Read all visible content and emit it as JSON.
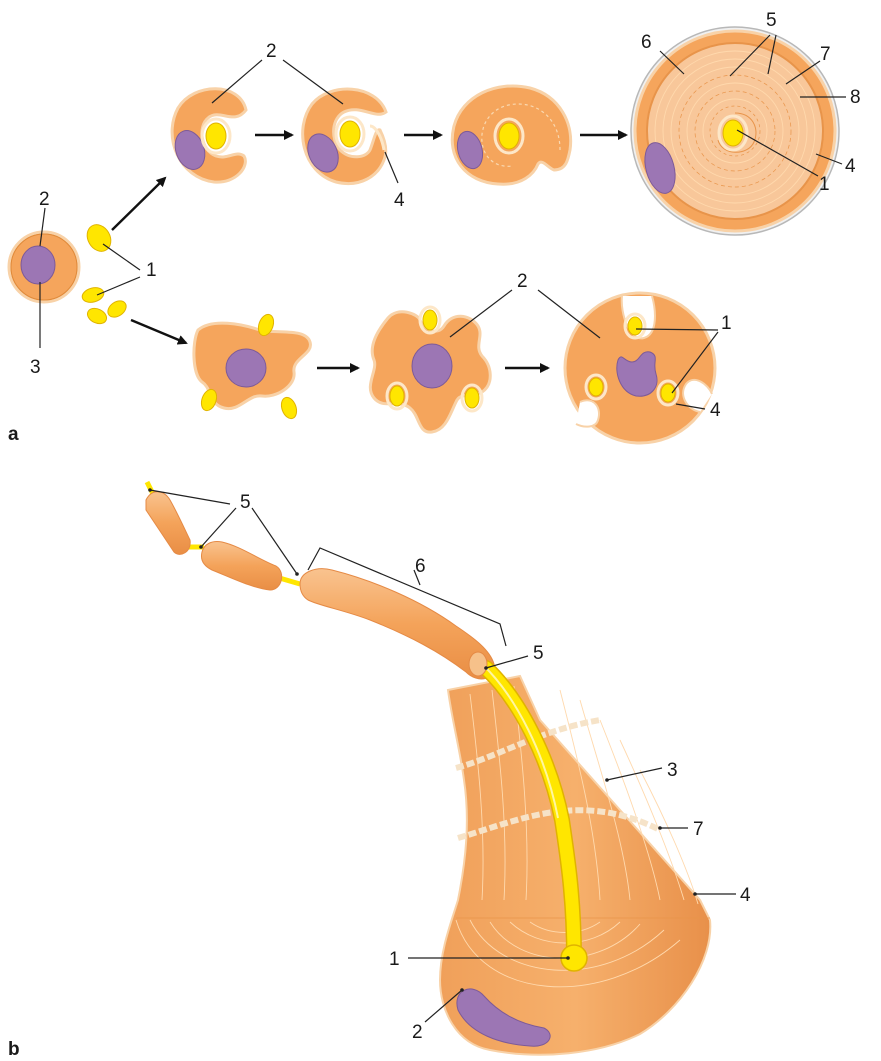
{
  "panel_a": {
    "panel_label": "a",
    "labels": {
      "l2_left": "2",
      "l1_mid": "1",
      "l3": "3",
      "l2_top": "2",
      "l4_top": "4",
      "l6": "6",
      "l5_top": "5",
      "l7_top": "7",
      "l8": "8",
      "l1_top": "1",
      "l4_final": "4",
      "l2_bottom": "2",
      "l1_bottom": "1",
      "l4_bottom": "4"
    }
  },
  "panel_b": {
    "panel_label": "b",
    "labels": {
      "l5": "5",
      "l6": "6",
      "l5b": "5",
      "l3": "3",
      "l7": "7",
      "l4": "4",
      "l1": "1",
      "l2": "2"
    }
  },
  "colors": {
    "cytoplasm": "#f5a55c",
    "membrane": "#f8d2a8",
    "nucleus": "#9c76b4",
    "axon": "#ffe600"
  }
}
